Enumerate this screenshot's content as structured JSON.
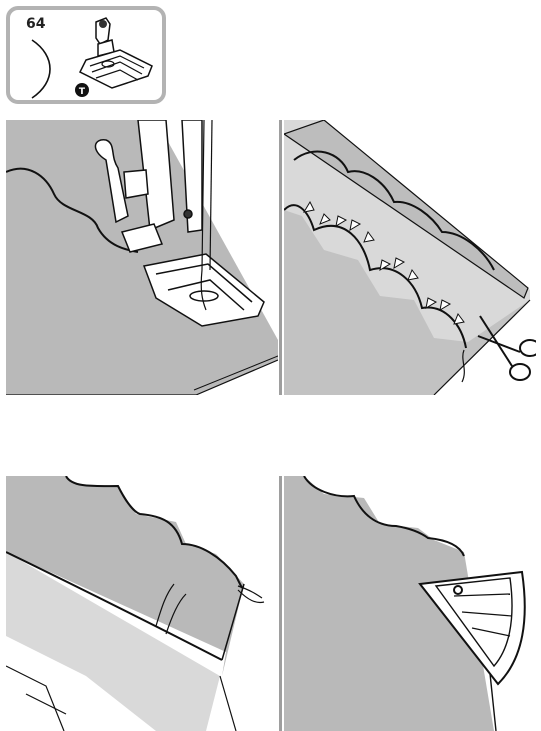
{
  "stitch_card": {
    "stitch_number": "64",
    "presser_foot_letter": "T",
    "presser_foot_icon": "presser-foot-t-icon",
    "stitch_pattern_icon": "curved-stitch-icon"
  },
  "steps": [
    {
      "illustration": "sew-scallop-edge"
    },
    {
      "illustration": "trim-and-notch-seam"
    },
    {
      "illustration": "turn-right-side-out"
    },
    {
      "illustration": "press-with-iron"
    }
  ],
  "colors": {
    "fabric_gray": "#b9b9b9",
    "fabric_light": "#d9d9d9",
    "outline": "#111111",
    "card_border": "#b3b3b3"
  }
}
